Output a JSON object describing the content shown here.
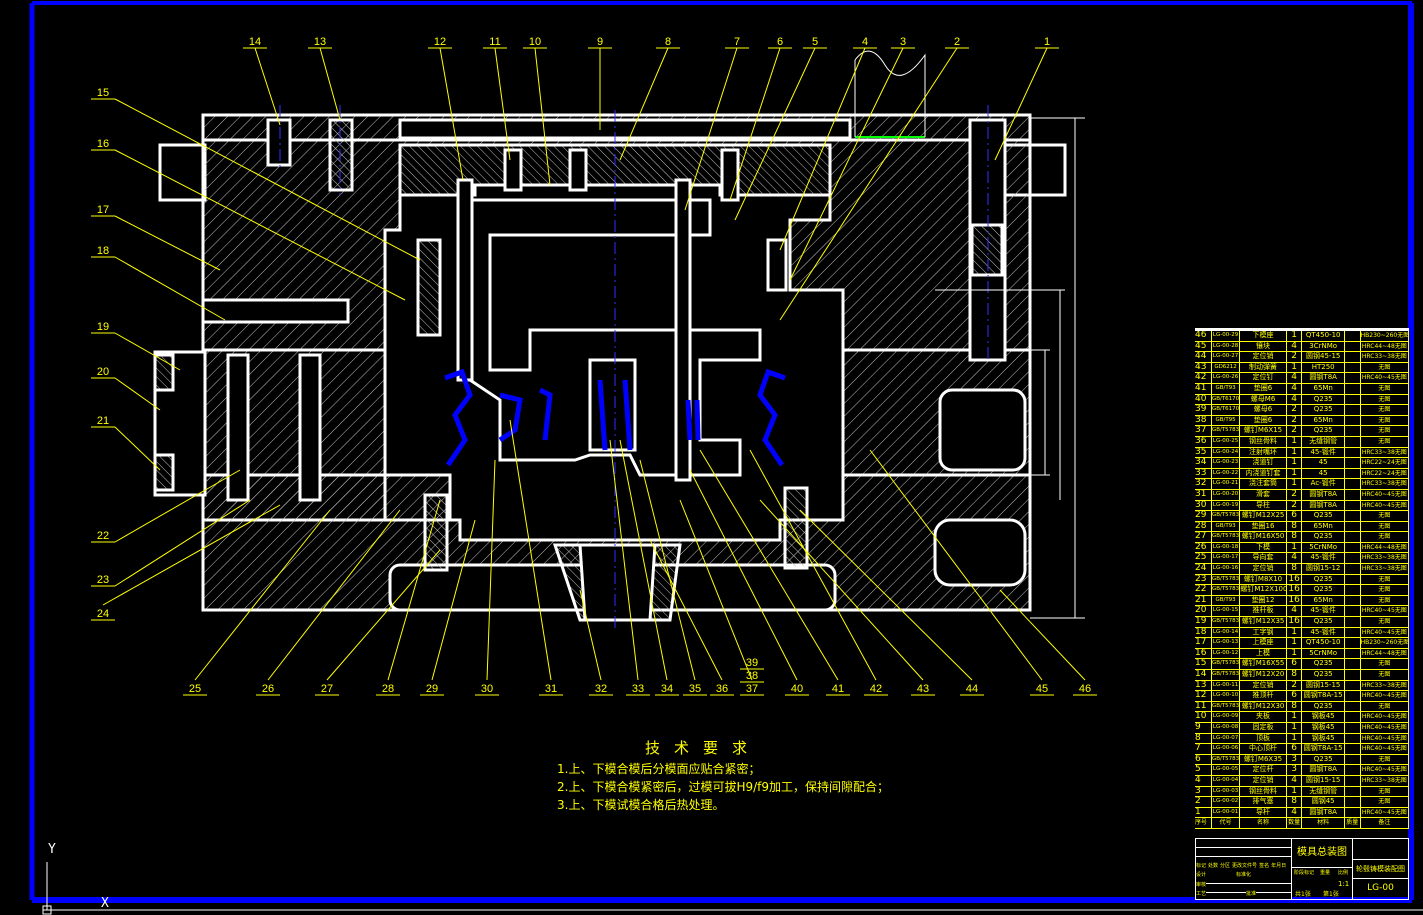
{
  "callouts": [
    "1",
    "2",
    "3",
    "4",
    "5",
    "6",
    "7",
    "8",
    "9",
    "10",
    "11",
    "12",
    "13",
    "14",
    "15",
    "16",
    "17",
    "18",
    "19",
    "20",
    "21",
    "22",
    "23",
    "24",
    "25",
    "26",
    "27",
    "28",
    "29",
    "30",
    "31",
    "32",
    "33",
    "34",
    "35",
    "36",
    "37",
    "38",
    "39",
    "40",
    "41",
    "42",
    "43",
    "44",
    "45",
    "46"
  ],
  "technical_requirements": {
    "title": "技术要求",
    "items": [
      "1.上、下模合模后分模面应贴合紧密；",
      "2.上、下模合模紧密后，过模可拔H9/f9加工，保持间隙配合；",
      "3.上、下模试模合格后热处理。"
    ]
  },
  "bom": {
    "header": {
      "no": "序号",
      "code": "代号",
      "name": "名称",
      "qty": "数量",
      "material": "材料",
      "mass": "质量",
      "note": "备注"
    },
    "rows": [
      {
        "no": "46",
        "code": "LG-00-29",
        "name": "下模座",
        "qty": "1",
        "material": "QT450-10",
        "note": "HB230~260无图"
      },
      {
        "no": "45",
        "code": "LG-00-28",
        "name": "镶块",
        "qty": "4",
        "material": "3CrNMo",
        "note": "HRC44~48无图"
      },
      {
        "no": "44",
        "code": "LG-00-27",
        "name": "定位销",
        "qty": "2",
        "material": "圆钢45-15",
        "note": "HRC33~38无图"
      },
      {
        "no": "43",
        "code": "GD6212",
        "name": "制动弹簧",
        "qty": "1",
        "material": "HT250",
        "note": "无图"
      },
      {
        "no": "42",
        "code": "LG-00-26",
        "name": "定位钉",
        "qty": "4",
        "material": "圆钢T8A",
        "note": "HRC40~45无图"
      },
      {
        "no": "41",
        "code": "GB/T93",
        "name": "垫圈6",
        "qty": "4",
        "material": "65Mn",
        "note": "无图"
      },
      {
        "no": "40",
        "code": "GB/T6170",
        "name": "螺母M6",
        "qty": "4",
        "material": "Q235",
        "note": "无图"
      },
      {
        "no": "39",
        "code": "GB/T6170",
        "name": "螺母6",
        "qty": "2",
        "material": "Q235",
        "note": "无图"
      },
      {
        "no": "38",
        "code": "GB/T95",
        "name": "垫圈6",
        "qty": "2",
        "material": "65Mn",
        "note": "无图"
      },
      {
        "no": "37",
        "code": "GB/T5783",
        "name": "螺钉M6X15",
        "qty": "2",
        "material": "Q235",
        "note": "无图"
      },
      {
        "no": "36",
        "code": "LG-00-25",
        "name": "钢丝骨料",
        "qty": "1",
        "material": "无缝钢管",
        "note": "无图"
      },
      {
        "no": "35",
        "code": "LG-00-24",
        "name": "注射嘴环",
        "qty": "1",
        "material": "45-锻件",
        "note": "HRC33~38无图"
      },
      {
        "no": "34",
        "code": "LG-00-23",
        "name": "浇道钉",
        "qty": "1",
        "material": "45",
        "note": "HRC22~24无图"
      },
      {
        "no": "33",
        "code": "LG-00-22",
        "name": "内浇道钉套",
        "qty": "1",
        "material": "45",
        "note": "HRC22~24无图"
      },
      {
        "no": "32",
        "code": "LG-00-21",
        "name": "浇注套筒",
        "qty": "1",
        "material": "Ac-锻件",
        "note": "HRC33~38无图"
      },
      {
        "no": "31",
        "code": "LG-00-20",
        "name": "滑套",
        "qty": "2",
        "material": "圆钢T8A",
        "note": "HRC40~45无图"
      },
      {
        "no": "30",
        "code": "LG-00-19",
        "name": "导柱",
        "qty": "2",
        "material": "圆钢T8A",
        "note": "HRC40~45无图"
      },
      {
        "no": "29",
        "code": "GB/T5783",
        "name": "螺钉M12X25",
        "qty": "6",
        "material": "Q235",
        "note": "无图"
      },
      {
        "no": "28",
        "code": "GB/T93",
        "name": "垫圈16",
        "qty": "8",
        "material": "65Mn",
        "note": "无图"
      },
      {
        "no": "27",
        "code": "GB/T5783",
        "name": "螺钉M16X50",
        "qty": "8",
        "material": "Q235",
        "note": "无图"
      },
      {
        "no": "26",
        "code": "LG-00-18",
        "name": "下模",
        "qty": "1",
        "material": "5CrNMo",
        "note": "HRC44~48无图"
      },
      {
        "no": "25",
        "code": "LG-00-17",
        "name": "导向套",
        "qty": "4",
        "material": "45-锻件",
        "note": "HRC33~38无图"
      },
      {
        "no": "24",
        "code": "LG-00-16",
        "name": "定位销",
        "qty": "8",
        "material": "圆钢15-12",
        "note": "HRC33~38无图"
      },
      {
        "no": "23",
        "code": "GB/T5783",
        "name": "螺钉M8X10",
        "qty": "16",
        "material": "Q235",
        "note": "无图"
      },
      {
        "no": "22",
        "code": "GB/T5783",
        "name": "螺钉M12X100",
        "qty": "16",
        "material": "Q235",
        "note": "无图"
      },
      {
        "no": "21",
        "code": "GB/T93",
        "name": "垫圈12",
        "qty": "16",
        "material": "65Mn",
        "note": "无图"
      },
      {
        "no": "20",
        "code": "LG-00-15",
        "name": "推杆板",
        "qty": "4",
        "material": "45-锻件",
        "note": "HRC40~45无图"
      },
      {
        "no": "19",
        "code": "GB/T5783",
        "name": "螺钉M12X35",
        "qty": "16",
        "material": "Q235",
        "note": "无图"
      },
      {
        "no": "18",
        "code": "LG-00-14",
        "name": "工字钢",
        "qty": "1",
        "material": "45-锻件",
        "note": "HRC40~45无图"
      },
      {
        "no": "17",
        "code": "LG-00-13",
        "name": "上模座",
        "qty": "1",
        "material": "QT450-10",
        "note": "HB230~260无图"
      },
      {
        "no": "16",
        "code": "LG-00-12",
        "name": "上模",
        "qty": "1",
        "material": "5CrNMo",
        "note": "HRC44~48无图"
      },
      {
        "no": "15",
        "code": "GB/T5783",
        "name": "螺钉M16X55",
        "qty": "6",
        "material": "Q235",
        "note": "无图"
      },
      {
        "no": "14",
        "code": "GB/T5783",
        "name": "螺钉M12X20",
        "qty": "8",
        "material": "Q235",
        "note": "无图"
      },
      {
        "no": "13",
        "code": "LG-00-11",
        "name": "定位销",
        "qty": "2",
        "material": "圆钢15-15",
        "note": "HRC33~38无图"
      },
      {
        "no": "12",
        "code": "LG-00-10",
        "name": "推顶杆",
        "qty": "6",
        "material": "圆钢T8A-15",
        "note": "HRC40~45无图"
      },
      {
        "no": "11",
        "code": "GB/T5783",
        "name": "螺钉M12X30",
        "qty": "8",
        "material": "Q235",
        "note": "无图"
      },
      {
        "no": "10",
        "code": "LG-00-09",
        "name": "夹板",
        "qty": "1",
        "material": "钢板45",
        "note": "HRC40~45无图"
      },
      {
        "no": "9",
        "code": "LG-00-08",
        "name": "固定板",
        "qty": "1",
        "material": "钢板45",
        "note": "HRC40~45无图"
      },
      {
        "no": "8",
        "code": "LG-00-07",
        "name": "顶板",
        "qty": "1",
        "material": "钢板45",
        "note": "HRC40~45无图"
      },
      {
        "no": "7",
        "code": "LG-00-06",
        "name": "中心顶杆",
        "qty": "6",
        "material": "圆钢T8A-15",
        "note": "HRC40~45无图"
      },
      {
        "no": "6",
        "code": "GB/T5783",
        "name": "螺钉M6X35",
        "qty": "3",
        "material": "Q235",
        "note": "无图"
      },
      {
        "no": "5",
        "code": "LG-00-05",
        "name": "定位杆",
        "qty": "3",
        "material": "圆钢T8A",
        "note": "HRC40~45无图"
      },
      {
        "no": "4",
        "code": "LG-00-04",
        "name": "定位销",
        "qty": "4",
        "material": "圆钢15-15",
        "note": "HRC33~38无图"
      },
      {
        "no": "3",
        "code": "LG-00-03",
        "name": "钢丝骨料",
        "qty": "1",
        "material": "无缝钢管",
        "note": "无图"
      },
      {
        "no": "2",
        "code": "LG-00-02",
        "name": "排气塞",
        "qty": "8",
        "material": "圆钢45",
        "note": "无图"
      },
      {
        "no": "1",
        "code": "LG-00-01",
        "name": "导杆",
        "qty": "4",
        "material": "圆钢T8A",
        "note": "HRC40~45无图"
      }
    ]
  },
  "title_block": {
    "drawing_title": "模具总装图",
    "part_name": "轮毂铸模装配图",
    "drawing_no": "LG-00",
    "scale": "1:1",
    "sheets_total": "共1张",
    "sheet_no": "第1张",
    "labels": {
      "mark": "标记",
      "count": "处数",
      "zone": "分区",
      "change_doc": "更改文件号",
      "sign": "签名",
      "date": "年月日",
      "design": "设计",
      "standard": "标准化",
      "stage": "阶段标记",
      "weight": "重量",
      "scale_label": "比例",
      "review": "审核",
      "process": "工艺",
      "approve": "批准"
    }
  },
  "axis": {
    "x": "X",
    "y": "Y"
  },
  "colors": {
    "frame": "#0000ff",
    "lines": "#ffffff",
    "annotation": "#ffff00",
    "highlight": "#0000ff",
    "green": "#00ff00"
  }
}
